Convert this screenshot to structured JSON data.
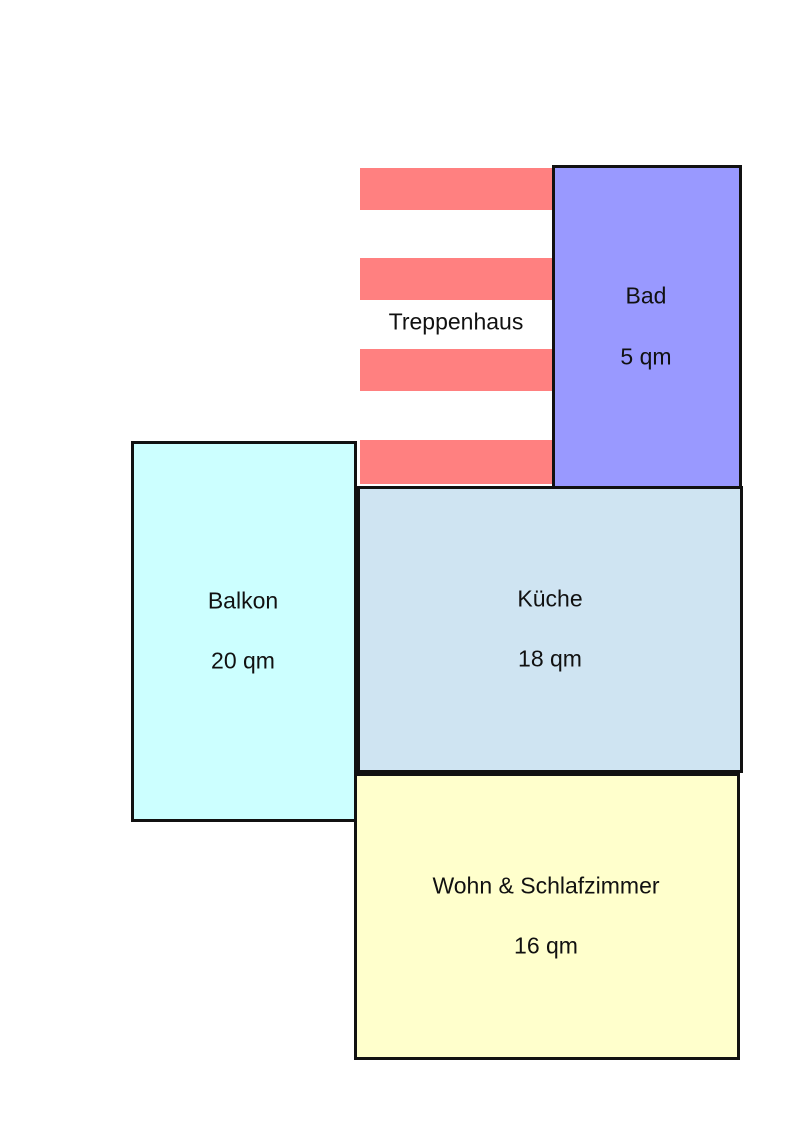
{
  "rooms": {
    "stairwell": {
      "name": "Treppenhaus",
      "color": "#ff8080"
    },
    "bath": {
      "name": "Bad",
      "area": "5 qm",
      "color": "#9999ff"
    },
    "balcony": {
      "name": "Balkon",
      "area": "20 qm",
      "color": "#ccffff"
    },
    "kitchen": {
      "name": "Küche",
      "area": "18 qm",
      "color": "#cfe4f2"
    },
    "living": {
      "name": "Wohn & Schlafzimmer",
      "area": "16 qm",
      "color": "#ffffcc"
    }
  }
}
